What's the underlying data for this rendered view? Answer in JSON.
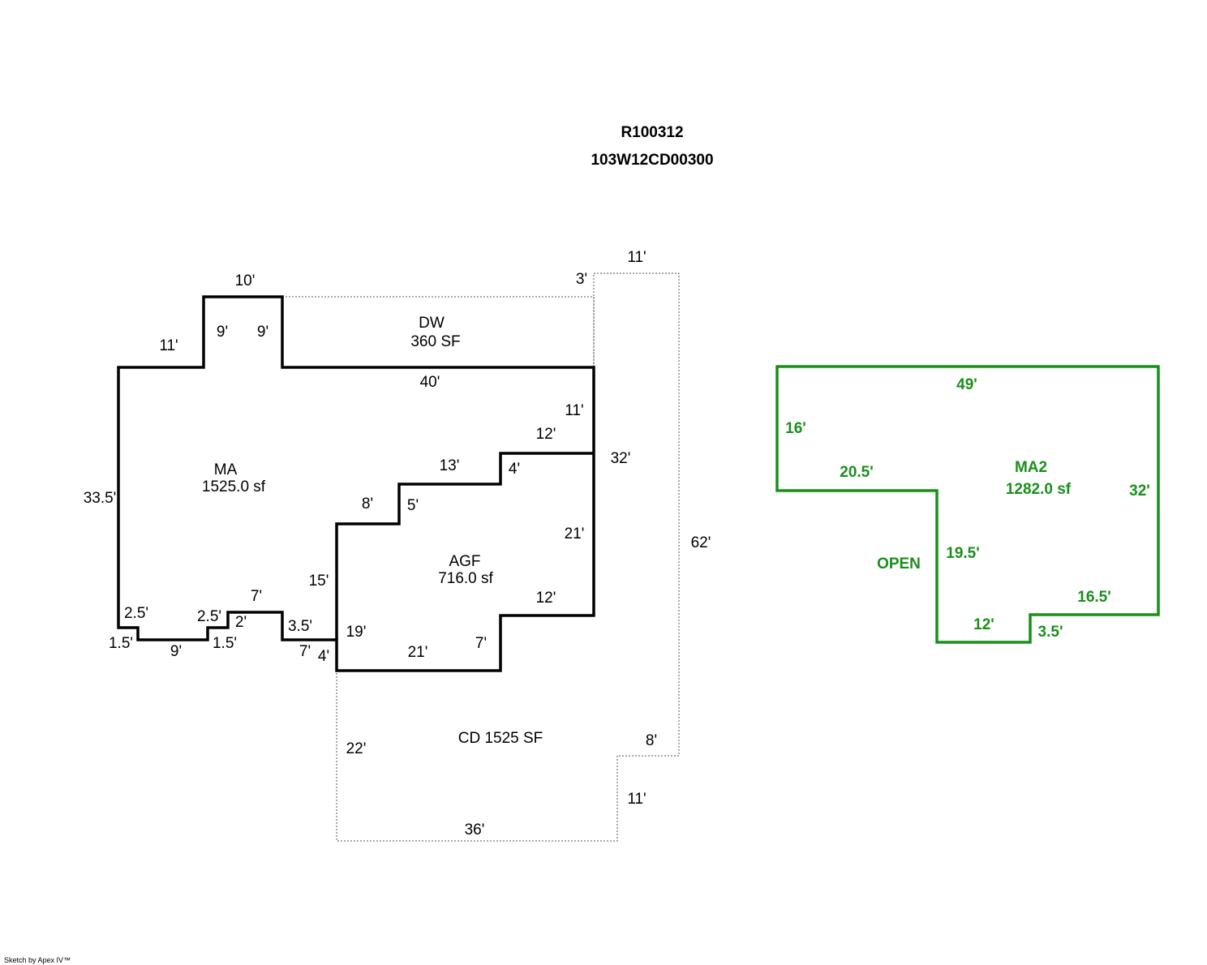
{
  "header": {
    "parcel_id": "R100312",
    "map_number": "103W12CD00300"
  },
  "areas": {
    "ma_label": "MA",
    "ma_area": "1525.0 sf",
    "dw_label": "DW",
    "dw_area": "360 SF",
    "agf_label": "AGF",
    "agf_area": "716.0 sf",
    "cd_label": "CD 1525 SF",
    "ma2_label": "MA2",
    "ma2_area": "1282.0 sf",
    "open_label": "OPEN"
  },
  "dimensions": {
    "d10": "10'",
    "d3": "3'",
    "d11_top": "11'",
    "d11_left": "11'",
    "d9_a": "9'",
    "d9_b": "9'",
    "d40": "40'",
    "d11_b": "11'",
    "d12_a": "12'",
    "d32": "32'",
    "d13": "13'",
    "d4_a": "4'",
    "d8": "8'",
    "d5": "5'",
    "d33_5": "33.5'",
    "d21_a": "21'",
    "d62": "62'",
    "d15": "15'",
    "d12_b": "12'",
    "d7_a": "7'",
    "d2_5_a": "2.5'",
    "d2_5_b": "2.5'",
    "d2": "2'",
    "d3_5": "3.5'",
    "d19": "19'",
    "d1_5_a": "1.5'",
    "d9_c": "9'",
    "d1_5_b": "1.5'",
    "d7_b": "7'",
    "d4_b": "4'",
    "d21_b": "21'",
    "d7_c": "7'",
    "d22": "22'",
    "d8_b": "8'",
    "d11_c": "11'",
    "d36": "36'"
  },
  "green_dimensions": {
    "d49": "49'",
    "d16": "16'",
    "d20_5": "20.5'",
    "d32": "32'",
    "d19_5": "19.5'",
    "d16_5": "16.5'",
    "d12": "12'",
    "d3_5": "3.5'"
  },
  "footer": {
    "credit": "Sketch by Apex IV™"
  },
  "colors": {
    "main_outline": "#000000",
    "secondary_outline": "#1a8f1a",
    "dotted_outline": "#555555"
  }
}
